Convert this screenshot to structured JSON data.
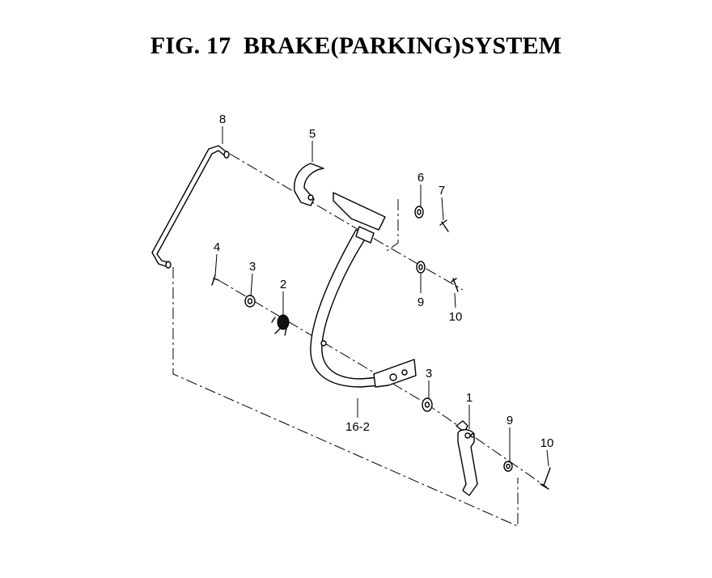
{
  "title": "FIG. 17  BRAKE(PARKING)SYSTEM",
  "callouts": {
    "c8": "8",
    "c5": "5",
    "c6": "6",
    "c7": "7",
    "c4": "4",
    "c3a": "3",
    "c2": "2",
    "c9a": "9",
    "c10a": "10",
    "c3b": "3",
    "c1": "1",
    "c9b": "9",
    "c10b": "10",
    "c162": "16-2"
  }
}
